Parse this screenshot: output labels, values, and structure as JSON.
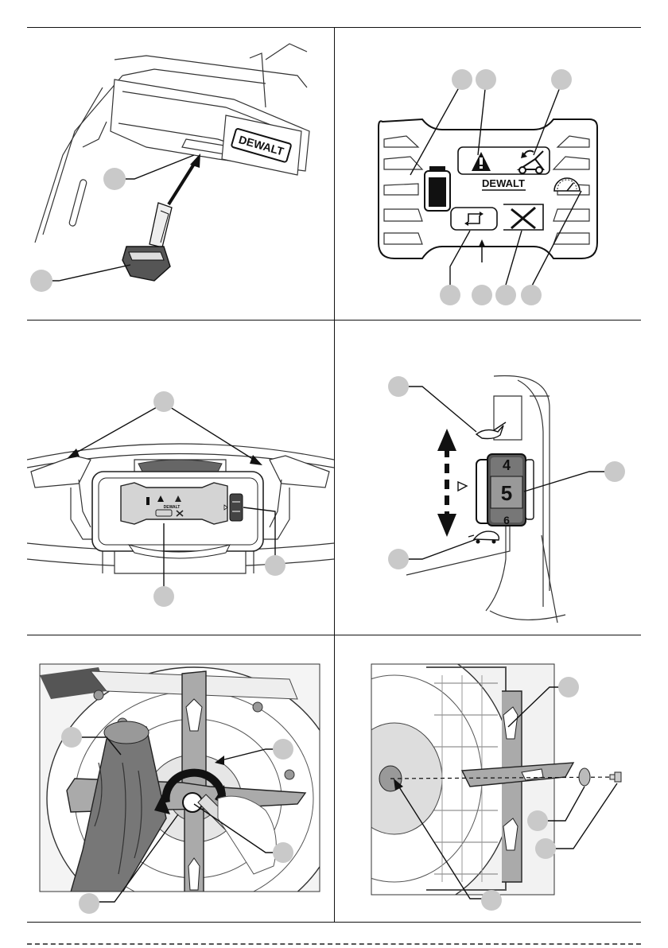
{
  "brand": {
    "logo_text": "DEWALT"
  },
  "display": {
    "segments": [
      "4",
      "5",
      "6"
    ]
  },
  "callout_color": "#c9c9c9",
  "icons": [
    "key-icon",
    "battery-icon",
    "warning-icon",
    "mower-reverse-icon",
    "speedometer-icon",
    "cycle-icon",
    "tools-icon",
    "rabbit-icon",
    "turtle-icon",
    "wrench-icon"
  ]
}
